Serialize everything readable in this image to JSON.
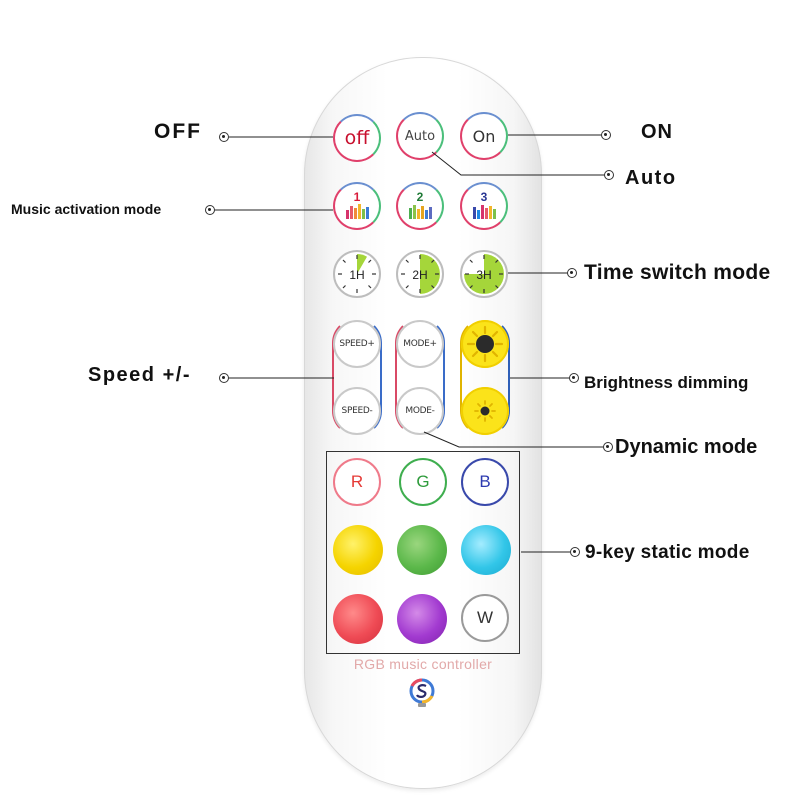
{
  "remote": {
    "buttons": {
      "off": "off",
      "auto": "Auto",
      "on": "On",
      "music": [
        "1",
        "2",
        "3"
      ],
      "timer": [
        "1H",
        "2H",
        "3H"
      ],
      "speed_plus": "SPEED+",
      "speed_minus": "SPEED-",
      "mode_plus": "MODE+",
      "mode_minus": "MODE-",
      "red": "R",
      "green": "G",
      "blue": "B",
      "white": "W"
    },
    "brand_text": "RGB music controller",
    "colors": {
      "red": "#e53935",
      "green": "#2e9b3b",
      "blue": "#2d3bb0",
      "yellow": "#f5d400",
      "light_green": "#5bb84a",
      "cyan": "#32c6e8",
      "pink_red": "#ef4b55",
      "purple": "#a23ad0",
      "dimmer_yellow": "#fbe31a",
      "timer_green": "#a5d63a"
    }
  },
  "annotations": {
    "off": "OFF",
    "on": "ON",
    "auto": "Auto",
    "music": "Music activation mode",
    "time": "Time switch mode",
    "speed": "Speed +/-",
    "brightness": "Brightness dimming",
    "dynamic": "Dynamic mode",
    "static": "9-key static mode"
  }
}
